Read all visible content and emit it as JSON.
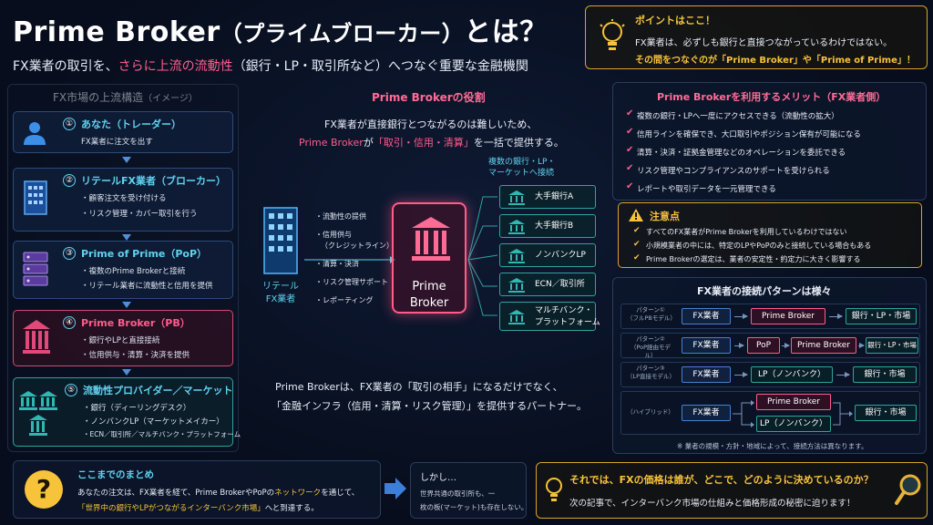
{
  "header": {
    "title_main": "Prime Broker",
    "title_paren": "（プライムブローカー）",
    "title_end": "とは？",
    "subtitle_a": "FX業者の取引を、",
    "subtitle_hl": "さらに上流の流動性",
    "subtitle_b": "（銀行・LP・取引所など）へつなぐ重要な金融機関"
  },
  "point": {
    "label": "ポイントはここ！",
    "line1": "FX業者は、必ずしも銀行と直接つながっているわけではない。",
    "line2": "その間をつなぐのが「Prime Broker」や「Prime of Prime」！"
  },
  "upstream": {
    "heading": "FX市場の上流構造",
    "heading_sub": "（イメージ）",
    "steps": [
      {
        "num": "①",
        "title": "あなた（トレーダー）",
        "desc": [
          "FX業者に注文を出す"
        ]
      },
      {
        "num": "②",
        "title": "リテールFX業者（ブローカー）",
        "desc": [
          "・顧客注文を受け付ける",
          "・リスク管理・カバー取引を行う"
        ]
      },
      {
        "num": "③",
        "title": "Prime of Prime（PoP）",
        "desc": [
          "・複数のPrime Brokerと接続",
          "・リテール業者に流動性と信用を提供"
        ]
      },
      {
        "num": "④",
        "title": "Prime Broker（PB）",
        "desc": [
          "・銀行やLPと直接接続",
          "・信用供与・清算・決済を提供"
        ]
      },
      {
        "num": "⑤",
        "title": "流動性プロバイダー／マーケット",
        "desc": [
          "・銀行（ディーリングデスク）",
          "・ノンバンクLP（マーケットメイカー）",
          "・ECN／取引所／マルチバンク・プラットフォーム"
        ]
      }
    ]
  },
  "role": {
    "heading": "Prime Brokerの役割",
    "p1": "FX業者が直接銀行とつながるのは難しいため、",
    "p2a": "Prime Broker",
    "p2b": "が",
    "p2hl": "「取引・信用・清算」",
    "p2c": "を一括で提供する。",
    "retail_label1": "リテール",
    "retail_label2": "FX業者",
    "services": [
      "・流動性の提供",
      "・信用供与",
      "（クレジットライン）",
      "・清算・決済",
      "・リスク管理サポート",
      "・レポーティング"
    ],
    "pb_label1": "Prime",
    "pb_label2": "Broker",
    "connect_heading1": "複数の銀行・LP・",
    "connect_heading2": "マーケットへ接続",
    "banks": [
      {
        "l1": "大手銀行A",
        "l2": ""
      },
      {
        "l1": "大手銀行B",
        "l2": ""
      },
      {
        "l1": "ノンバンクLP",
        "l2": ""
      },
      {
        "l1": "ECN／取引所",
        "l2": ""
      },
      {
        "l1": "マルチバンク・",
        "l2": "プラットフォーム"
      }
    ],
    "b1": "Prime Brokerは、FX業者の「取引の相手」になるだけでなく、",
    "b2hl": "「金融インフラ（信用・清算・リスク管理）」",
    "b2": "を提供するパートナー。"
  },
  "benefits": {
    "heading": "Prime Brokerを利用するメリット（FX業者側）",
    "check": "✔",
    "items": [
      "複数の銀行・LPへ一度にアクセスできる（流動性の拡大）",
      "信用ラインを確保でき、大口取引やポジション保有が可能になる",
      "清算・決済・証拠金管理などのオペレーションを委託できる",
      "リスク管理やコンプライアンスのサポートを受けられる",
      "レポートや取引データを一元管理できる"
    ]
  },
  "caution": {
    "heading": "注意点",
    "check": "✔",
    "items": [
      "すべてのFX業者がPrime Brokerを利用しているわけではない",
      "小規模業者の中には、特定のLPやPoPのみと接続している場合もある",
      "Prime Brokerの選定は、業者の安定性・約定力に大きく影響する"
    ]
  },
  "patterns": {
    "heading": "FX業者の接続パターンは様々",
    "rows": [
      {
        "label1": "パターン①",
        "label2": "（フルPBモデル）",
        "nodes": [
          "FX業者",
          "Prime Broker",
          "銀行・LP・市場"
        ]
      },
      {
        "label1": "パターン②",
        "label2": "（PoP経由モデル）",
        "nodes": [
          "FX業者",
          "PoP",
          "Prime Broker",
          "銀行・LP・市場"
        ]
      },
      {
        "label1": "パターン③",
        "label2": "（LP直接モデル）",
        "nodes": [
          "FX業者",
          "LP（ノンバンク）",
          "銀行・市場"
        ]
      },
      {
        "label1": "（ハイブリッド）",
        "label2": "",
        "nodes": [
          "FX業者",
          "Prime Broker",
          "LP（ノンバンク）",
          "銀行・市場"
        ]
      }
    ],
    "note": "※ 業者の規模・方針・地域によって、接続方法は異なります。"
  },
  "summary": {
    "heading": "ここまでのまとめ",
    "l1a": "あなたの注文は、FX業者を経て、Prime BrokerやPoPの",
    "l1hl": "ネットワーク",
    "l1b": "を通じて、",
    "l2hl": "「世界中の銀行やLPがつながるインターバンク市場」",
    "l2b": "へと到達する。"
  },
  "but": {
    "heading": "しかし…",
    "l1": "世界共通の取引所も、一",
    "l2": "枚の板(マーケット)も存在しない。"
  },
  "next": {
    "heading": "それでは、FXの価格は誰が、どこで、どのように決めているのか？",
    "line": "次の記事で、インターバンク市場の仕組みと価格形成の秘密に迫ります！"
  },
  "colors": {
    "accent_pink": "#ff5c8a",
    "accent_yellow": "#f7c33a",
    "accent_cyan": "#5fd3f0",
    "background": "#070d1c"
  }
}
